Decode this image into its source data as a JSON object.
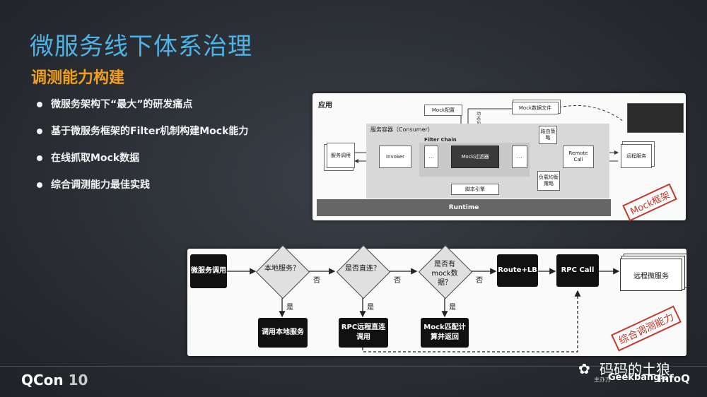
{
  "slide": {
    "title": "微服务线下体系治理",
    "subtitle": "调测能力构建",
    "bullets": [
      "微服务架构下“最大”的研发痛点",
      "基于微服务框架的Filter机制构建Mock能力",
      "在线抓取Mock数据",
      "综合调测能力最佳实践"
    ]
  },
  "framework_diagram": {
    "app_label": "应用",
    "mock_config": "Mock配置",
    "dynamic_load": "动态加载",
    "mock_file": "Mock数据文件",
    "container_label": "服务容器（Consumer）",
    "filter_chain": "Filter Chain",
    "service_call": "服务调用",
    "invoker": "Invoker",
    "ellipsis": "…",
    "mock_filter": "Mock过滤器",
    "script_engine": "脚本引擎",
    "route_policy": "路由策略",
    "lb_policy": "负载均衡策略",
    "remote_call": "Remote Call",
    "remote_service": "远程服务",
    "runtime": "Runtime",
    "stamp": "Mock框架"
  },
  "flow_diagram": {
    "service_call": "微服务调用",
    "q_local": "本地服务？",
    "q_direct": "是否直连？",
    "q_mock": "是否有mock数据？",
    "no": "否",
    "yes": "是",
    "route_lb": "Route+LB",
    "rpc_call": "RPC Call",
    "remote_service": "远程微服务",
    "call_local": "调用本地服务",
    "rpc_direct": "RPC远程直连调用",
    "mock_return": "Mock匹配计算并返回",
    "stamp": "综合调测能力"
  },
  "footer": {
    "brand": "QCon",
    "brand_num": "10",
    "watermark": "码码的土狼",
    "org": "主办方",
    "geekbang": "Geekbang›.",
    "infoq": "InfoQ"
  }
}
